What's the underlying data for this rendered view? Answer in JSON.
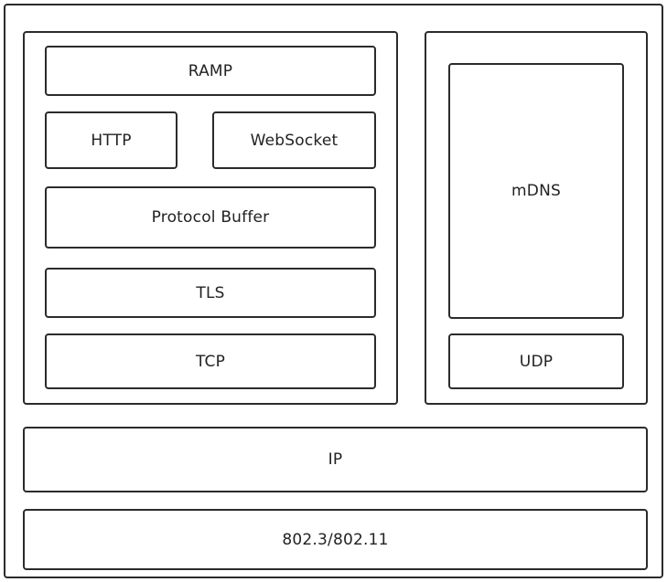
{
  "layers": {
    "ramp": "RAMP",
    "http": "HTTP",
    "websocket": "WebSocket",
    "protocol_buffer": "Protocol Buffer",
    "tls": "TLS",
    "tcp": "TCP",
    "mdns": "mDNS",
    "udp": "UDP",
    "ip": "IP",
    "link": "802.3/802.11"
  }
}
